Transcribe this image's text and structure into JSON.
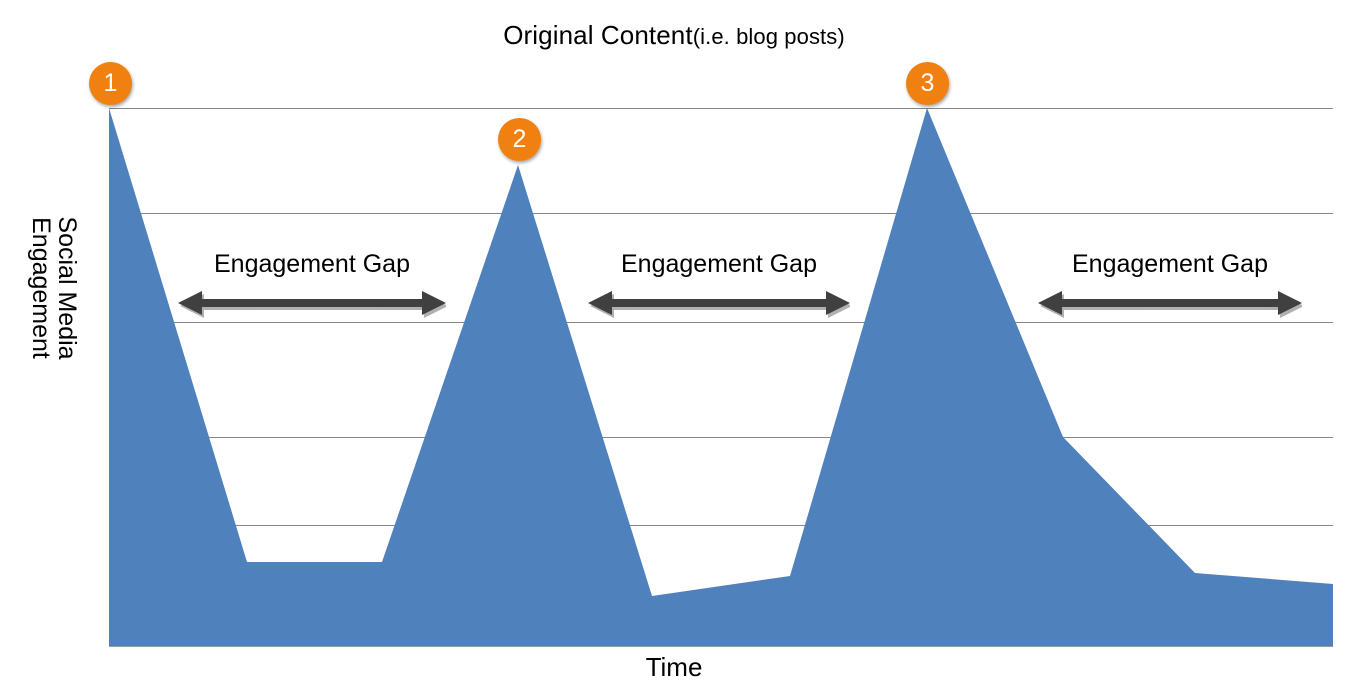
{
  "chart_data": {
    "type": "area",
    "title": "Original Content (i.e. blog posts)",
    "title_main": "Original Content",
    "title_sub": "(i.e. blog posts)",
    "xlabel": "Time",
    "ylabel": "Social Media Engagement",
    "ylabel_line1": "Social Media",
    "ylabel_line2": "Engagement",
    "grid": true,
    "gridlines": 5,
    "legend": "none",
    "xlim": [
      0,
      9
    ],
    "ylim": [
      0,
      100
    ],
    "x": [
      0,
      1,
      2,
      3,
      4,
      5,
      6,
      7,
      8,
      9
    ],
    "values": [
      100,
      16,
      16,
      89,
      9,
      13,
      100,
      39,
      14,
      12
    ],
    "series": [
      {
        "name": "Social Media Engagement",
        "color": "#4F81BD",
        "values": [
          100,
          16,
          16,
          89,
          9,
          13,
          100,
          39,
          14,
          12
        ]
      }
    ],
    "annotations": [
      {
        "type": "badge",
        "label": "1",
        "x": 0,
        "y": 100,
        "color": "#F08010"
      },
      {
        "type": "badge",
        "label": "2",
        "x": 3,
        "y": 89,
        "color": "#F08010"
      },
      {
        "type": "badge",
        "label": "3",
        "x": 6,
        "y": 100,
        "color": "#F08010"
      },
      {
        "type": "gap",
        "label": "Engagement Gap",
        "from_x": 0.6,
        "to_x": 2.7
      },
      {
        "type": "gap",
        "label": "Engagement Gap",
        "from_x": 3.5,
        "to_x": 5.6
      },
      {
        "type": "gap",
        "label": "Engagement Gap",
        "from_x": 6.8,
        "to_x": 8.9
      }
    ]
  },
  "chart": {
    "title_main": "Original Content",
    "title_sub": "(i.e. blog posts)",
    "y_axis_line1": "Social Media",
    "y_axis_line2": "Engagement",
    "x_axis_title": "Time",
    "gap_label_1": "Engagement Gap",
    "gap_label_2": "Engagement Gap",
    "gap_label_3": "Engagement Gap",
    "badge_1": "1",
    "badge_2": "2",
    "badge_3": "3"
  },
  "colors": {
    "area_fill": "#4F81BD",
    "badge": "#F08010",
    "badge_text": "#FFFFFF",
    "gridline": "#868686",
    "arrow": "#404040",
    "text": "#000000",
    "background": "#FFFFFF"
  }
}
